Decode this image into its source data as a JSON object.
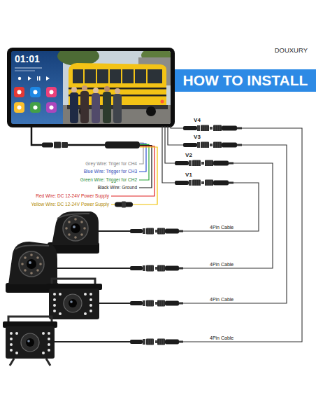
{
  "diagram": {
    "title": "HOW TO INSTALL",
    "nodes": [
      {
        "text": [
          "01:01"
        ]
      },
      {
        "text": [
          "V4"
        ]
      },
      {
        "text": [
          "V3"
        ]
      },
      {
        "text": [
          "V2"
        ]
      },
      {
        "text": [
          "V1"
        ]
      }
    ],
    "edges": [
      {
        "from": 0,
        "to": 1,
        "arrow": "none"
      },
      {
        "from": 0,
        "to": 2,
        "arrow": "none"
      },
      {
        "from": 0,
        "to": 3,
        "arrow": "none"
      },
      {
        "from": 0,
        "to": 4,
        "arrow": "none"
      }
    ],
    "labels": [
      "DOUXURY",
      "Grey Wire: Triger for CH4",
      "Blue Wire: Trigger for CH3",
      "Green Wire: Trigger for CH2",
      "Black Wire: Ground",
      "Red Wire: DC 12-24V Power Supply",
      "Yellow Wire: DC 12-24V Power Supply",
      "4Pin Cable",
      "4Pin Cable",
      "4Pin Cable",
      "4Pin Cable"
    ]
  }
}
